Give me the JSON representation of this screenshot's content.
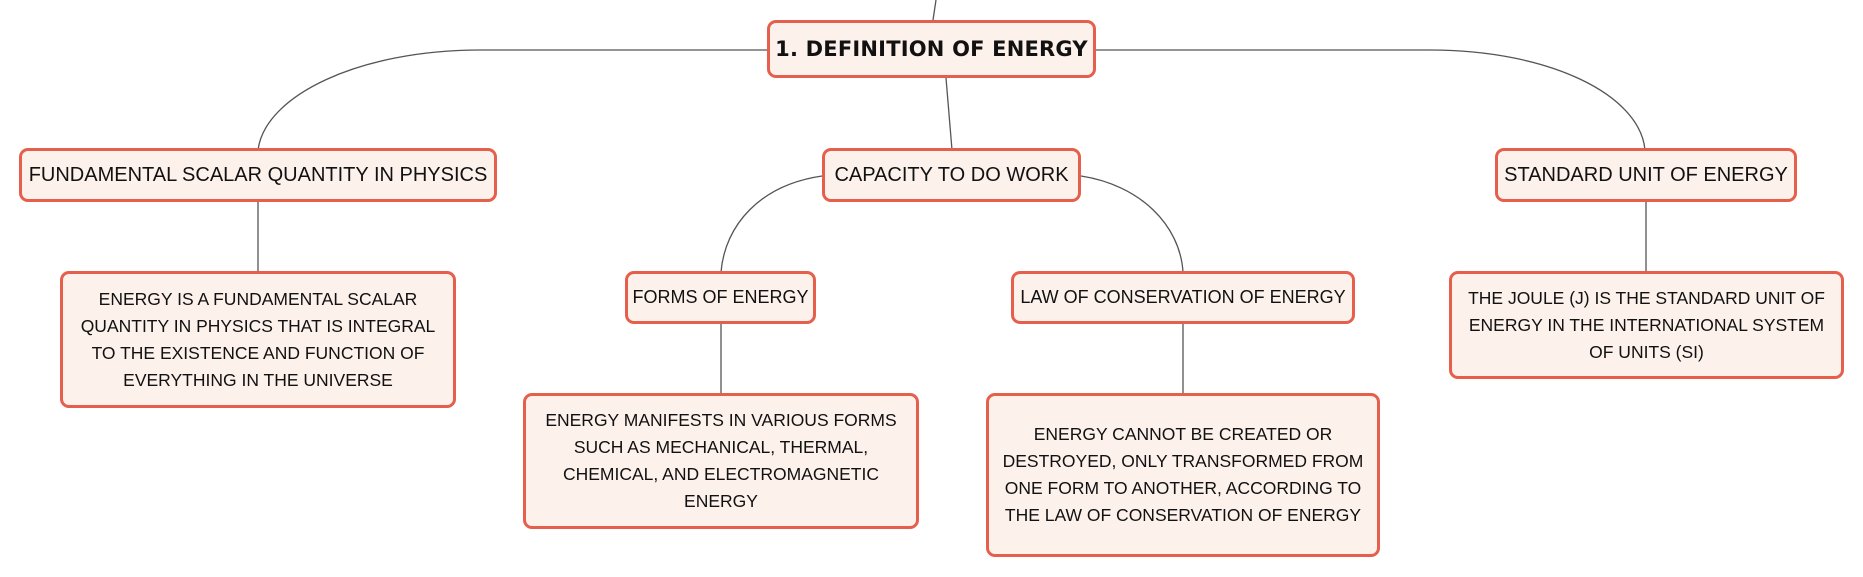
{
  "mindmap": {
    "root": {
      "label": "1. DEFINITION OF ENERGY"
    },
    "branches": [
      {
        "label": "FUNDAMENTAL SCALAR QUANTITY IN PHYSICS",
        "children": [
          {
            "label": "ENERGY IS A FUNDAMENTAL SCALAR QUANTITY IN PHYSICS THAT IS INTEGRAL TO THE EXISTENCE AND FUNCTION OF EVERYTHING IN THE UNIVERSE"
          }
        ]
      },
      {
        "label": "CAPACITY TO DO WORK",
        "children": [
          {
            "label": "FORMS OF ENERGY",
            "children": [
              {
                "label": "ENERGY MANIFESTS IN VARIOUS FORMS SUCH AS MECHANICAL, THERMAL, CHEMICAL, AND ELECTROMAGNETIC ENERGY"
              }
            ]
          },
          {
            "label": "LAW OF CONSERVATION OF ENERGY",
            "children": [
              {
                "label": "ENERGY CANNOT BE CREATED OR DESTROYED, ONLY TRANSFORMED FROM ONE FORM TO ANOTHER, ACCORDING TO THE LAW OF CONSERVATION OF ENERGY"
              }
            ]
          }
        ]
      },
      {
        "label": "STANDARD UNIT OF ENERGY",
        "children": [
          {
            "label": "THE JOULE (J) IS THE STANDARD UNIT OF ENERGY IN THE INTERNATIONAL SYSTEM OF UNITS (SI)"
          }
        ]
      }
    ]
  },
  "colors": {
    "node_border": "#e65f4d",
    "node_fill": "#fdf1ec",
    "connector": "#555555",
    "text": "#111111"
  }
}
